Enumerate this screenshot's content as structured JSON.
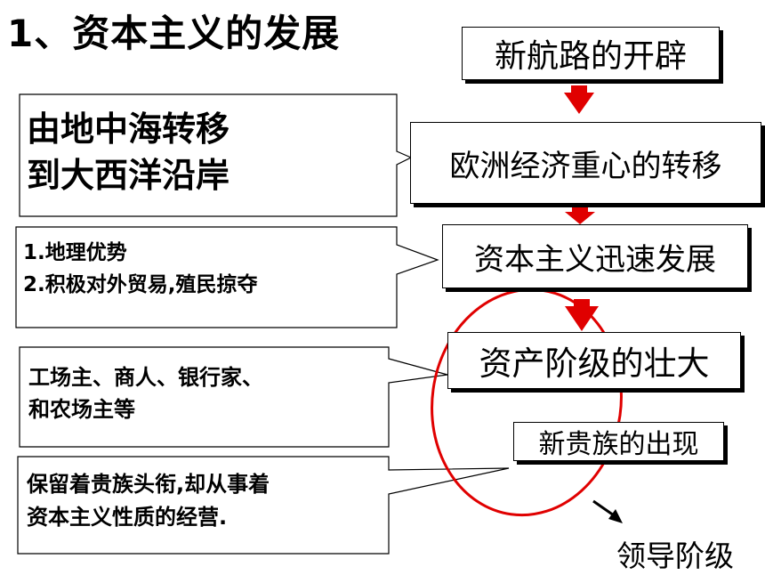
{
  "title": "1、资本主义的发展",
  "flow": {
    "step1": "新航路的开辟",
    "step2": "欧洲经济重心的转移",
    "step3": "资本主义迅速发展",
    "step4": "资产阶级的壮大",
    "step5": "新贵族的出现",
    "result": "领导阶级"
  },
  "notes": {
    "shift": [
      "由地中海转移",
      "到大西洋沿岸"
    ],
    "reasons": [
      "1.地理优势",
      "2.积极对外贸易,殖民掠夺"
    ],
    "bourgeoisie": [
      "工场主、商人、银行家、",
      "和农场主等"
    ],
    "nobility": [
      "保留着贵族头衔,却从事着",
      "资本主义性质的经营."
    ]
  },
  "colors": {
    "arrow": "#e00000",
    "ellipse": "#e00000"
  }
}
